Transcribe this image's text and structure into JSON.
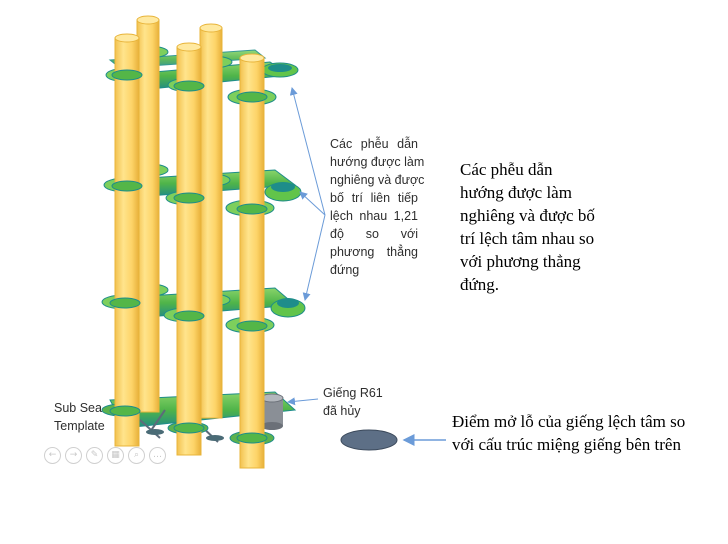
{
  "callouts": {
    "funnels_small": [
      "Các phễu dẫn",
      "hướng được làm",
      "nghiêng và được",
      "bố trí liên tiếp",
      "lệch nhau 1,21",
      "độ so với",
      "phương thẳng",
      "đứng"
    ],
    "well_r61": [
      "Giếng R61",
      "đã hủy"
    ],
    "template": [
      "Sub Sea",
      "Template"
    ]
  },
  "notes": {
    "funnels_large": [
      "Các phễu dẫn",
      "hướng được làm",
      "nghiêng và được bố",
      "trí lệch tâm nhau so",
      "với phương thẳng",
      "đứng."
    ],
    "well_offset": [
      "Điểm mở lỗ của giếng lệch tâm so",
      "với cấu trúc miệng giếng bên trên"
    ]
  },
  "toolbar": {
    "icons": [
      "arrow-left-icon",
      "arrow-right-icon",
      "pen-icon",
      "table-icon",
      "search-icon",
      "more-icon"
    ],
    "glyphs": [
      "←",
      "→",
      "✎",
      "▦",
      "⌕",
      "…"
    ]
  },
  "colors": {
    "conductor": "#fdd86a",
    "conductor_edge": "#e8b43a",
    "frame_green": "#62c44a",
    "frame_teal": "#1e8d8a",
    "arrow": "#6b9bd8",
    "marker": "#5d6f86"
  }
}
